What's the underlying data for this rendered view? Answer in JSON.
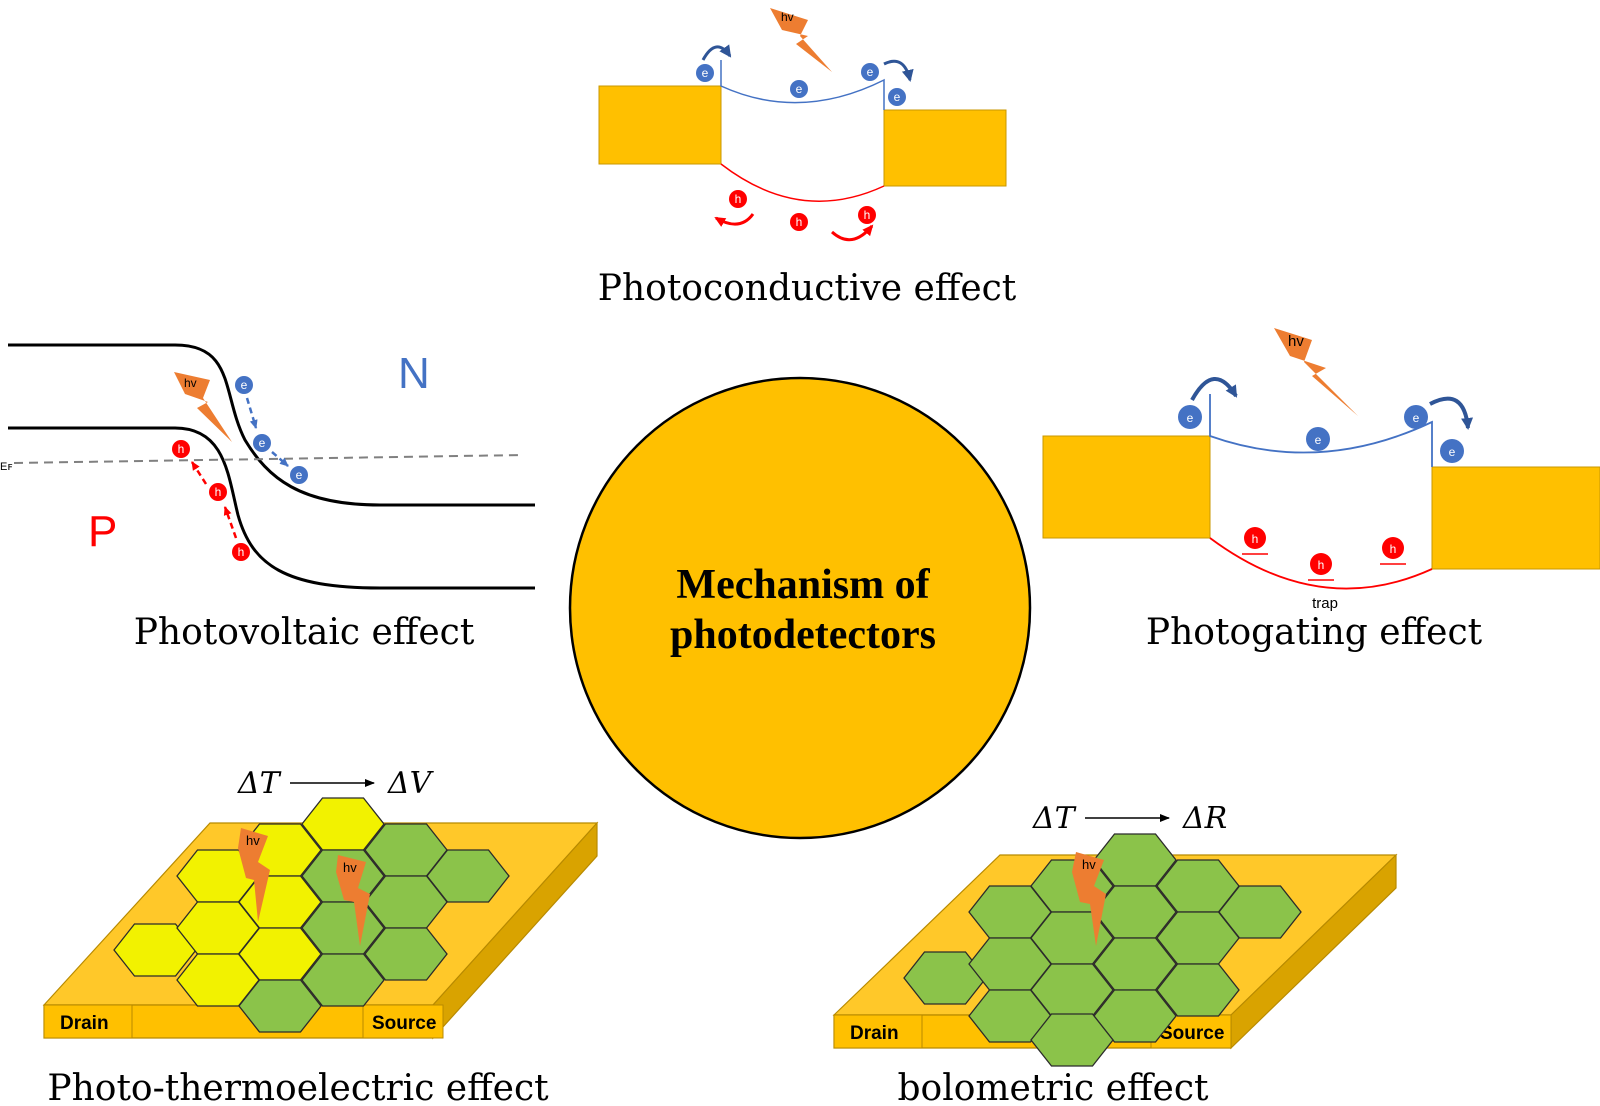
{
  "center": {
    "title_line1": "Mechanism of",
    "title_line2": "photodetectors"
  },
  "photoconductive": {
    "caption": "Photoconductive effect",
    "photon": "hv",
    "electron": "e",
    "hole": "h"
  },
  "photovoltaic": {
    "caption": "Photovoltaic effect",
    "photon": "hv",
    "n_label": "N",
    "p_label": "P",
    "fermi": "Eꜰ",
    "electron": "e",
    "hole": "h"
  },
  "photogating": {
    "caption": "Photogating effect",
    "photon": "hv",
    "electron": "e",
    "hole": "h",
    "trap": "trap"
  },
  "ptе": {},
  "pte": {
    "caption": "Photo-thermoelectric effect",
    "delta_t": "ΔT",
    "delta_v": "ΔV",
    "photon": "hv",
    "drain": "Drain",
    "source": "Source"
  },
  "bolometric": {
    "caption": "bolometric effect",
    "delta_t": "ΔT",
    "delta_r": "ΔR",
    "photon": "hv",
    "drain": "Drain",
    "source": "Source"
  },
  "colors": {
    "gold": "#FFC000",
    "electron": "#4472C4",
    "hole": "#FF0000",
    "photon": "#ED7D31",
    "graphene_green": "#8BC34A",
    "graphene_yellow": "#F2F200"
  }
}
